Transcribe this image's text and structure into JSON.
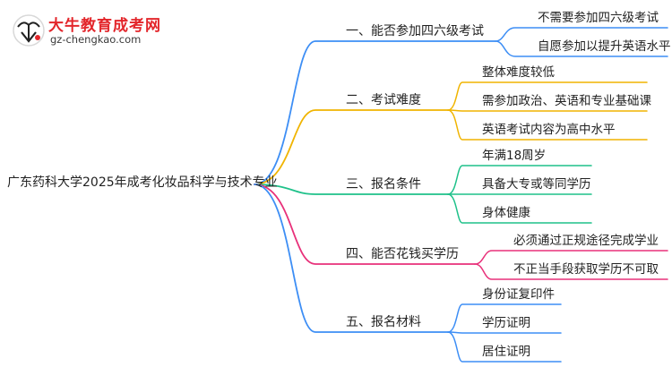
{
  "logo": {
    "title": "大牛教育成考网",
    "url": "gz-chengkao.com"
  },
  "root": "广东药科大学2025年成考化妆品科学与技术专业",
  "branches": [
    {
      "label": "一、能否参加四六级考试",
      "color": "#3d8ef5",
      "leaves": [
        "不需要参加四六级考试",
        "自愿参加以提升英语水平"
      ]
    },
    {
      "label": "二、考试难度",
      "color": "#f0b400",
      "leaves": [
        "整体难度较低",
        "需参加政治、英语和专业基础课",
        "英语考试内容为高中水平"
      ]
    },
    {
      "label": "三、报名条件",
      "color": "#1fc18a",
      "leaves": [
        "年满18周岁",
        "具备大专或等同学历",
        "身体健康"
      ]
    },
    {
      "label": "四、能否花钱买学历",
      "color": "#e8317a",
      "leaves": [
        "必须通过正规途径完成学业",
        "不正当手段获取学历不可取"
      ]
    },
    {
      "label": "五、报名材料",
      "color": "#3d8ef5",
      "leaves": [
        "身份证复印件",
        "学历证明",
        "居住证明"
      ]
    }
  ]
}
